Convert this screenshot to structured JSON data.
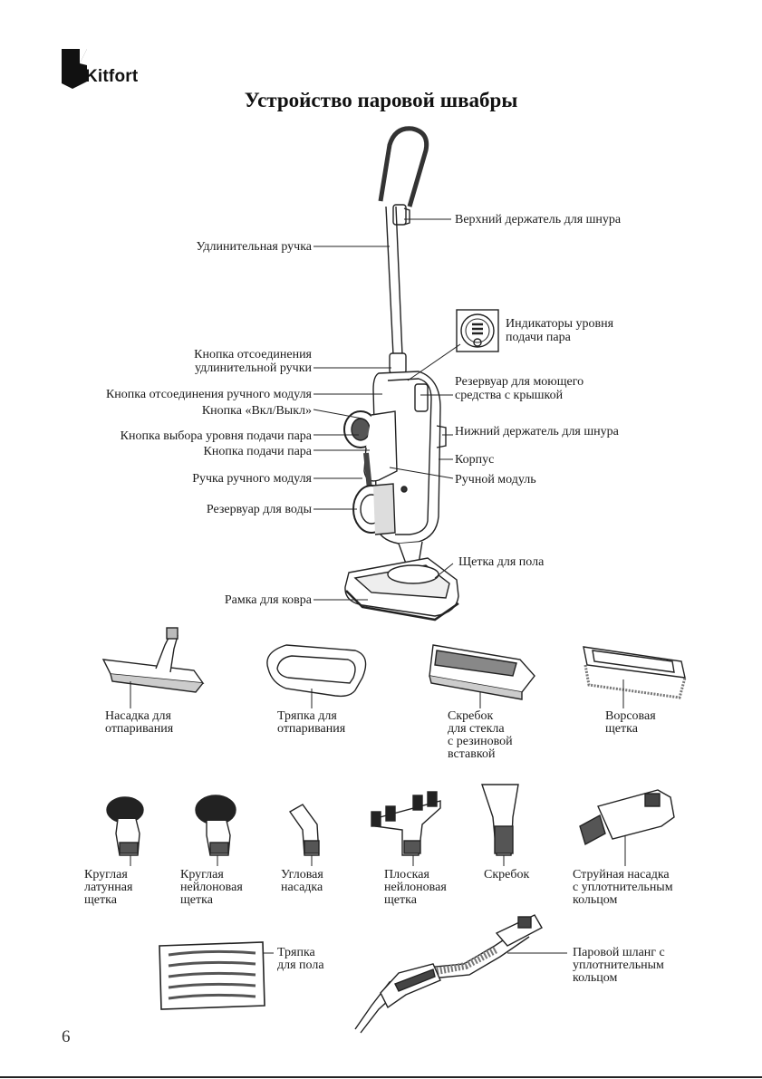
{
  "brand": {
    "name": "Kitfort"
  },
  "title": "Устройство паровой швабры",
  "labels": {
    "upper_cord_holder": "Верхний держатель для шнура",
    "extension_handle": "Удлинительная ручка",
    "steam_indicators": [
      "Индикаторы уровня",
      "подачи пара"
    ],
    "extension_release": [
      "Кнопка отсоединения",
      "удлинительной ручки"
    ],
    "handheld_release": "Кнопка отсоединения ручного модуля",
    "power_button": "Кнопка «Вкл/Выкл»",
    "steam_level_button": "Кнопка выбора уровня подачи пара",
    "steam_button": "Кнопка подачи пара",
    "handheld_handle": "Ручка ручного модуля",
    "water_tank": "Резервуар для воды",
    "detergent_tank": [
      "Резервуар для моющего",
      "средства с крышкой"
    ],
    "lower_cord_holder": "Нижний держатель для шнура",
    "body": "Корпус",
    "handheld_module": "Ручной модуль",
    "floor_brush": "Щетка для пола",
    "carpet_frame": "Рамка для ковра"
  },
  "accessories_row1": [
    {
      "id": "steam-nozzle",
      "lines": [
        "Насадка для",
        "отпаривания"
      ]
    },
    {
      "id": "steam-cloth",
      "lines": [
        "Тряпка для",
        "отпаривания"
      ]
    },
    {
      "id": "glass-scraper",
      "lines": [
        "Скребок",
        "для стекла",
        "с резиновой",
        "вставкой"
      ]
    },
    {
      "id": "bristle-brush",
      "lines": [
        "Ворсовая",
        "щетка"
      ]
    }
  ],
  "accessories_row2": [
    {
      "id": "brass-brush",
      "lines": [
        "Круглая",
        "латунная",
        "щетка"
      ]
    },
    {
      "id": "nylon-round-brush",
      "lines": [
        "Круглая",
        "нейлоновая",
        "щетка"
      ]
    },
    {
      "id": "angle-nozzle",
      "lines": [
        "Угловая",
        "насадка"
      ]
    },
    {
      "id": "flat-nylon-brush",
      "lines": [
        "Плоская",
        "нейлоновая",
        "щетка"
      ]
    },
    {
      "id": "scraper",
      "lines": [
        "Скребок"
      ]
    },
    {
      "id": "jet-nozzle",
      "lines": [
        "Струйная насадка",
        "с уплотнительным",
        "кольцом"
      ]
    }
  ],
  "accessories_row3": [
    {
      "id": "floor-cloth",
      "lines": [
        "Тряпка",
        "для пола"
      ]
    },
    {
      "id": "steam-hose",
      "lines": [
        "Паровой шланг с",
        "уплотнительным",
        "кольцом"
      ]
    }
  ],
  "page_number": "6"
}
